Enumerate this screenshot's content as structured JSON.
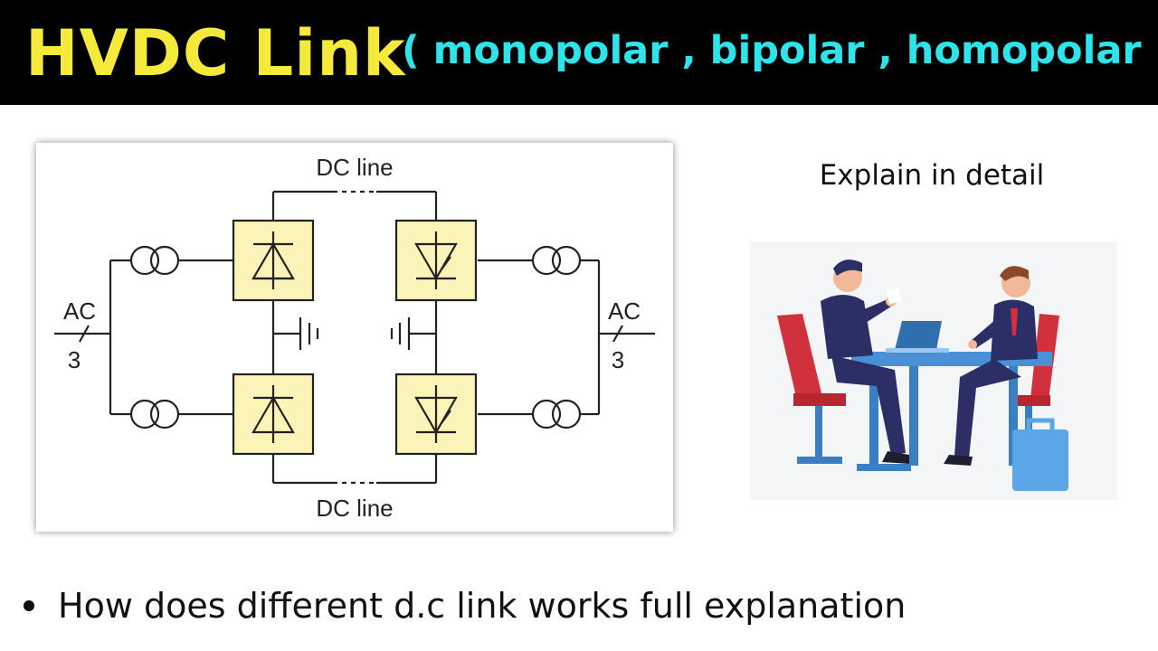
{
  "header": {
    "title": "HVDC Link",
    "subtitle": "( monopolar , bipolar , homopolar )"
  },
  "diagram": {
    "dc_line_top": "DC line",
    "dc_line_bottom": "DC line",
    "ac_left": "AC",
    "ac_left_phase": "3",
    "ac_right": "AC",
    "ac_right_phase": "3"
  },
  "aside": {
    "caption": "Explain in detail"
  },
  "bullets": [
    "How does different d.c link works full explanation"
  ],
  "colors": {
    "header_bg": "#000000",
    "title": "#f5ea3b",
    "subtitle": "#2ee3ea",
    "converter_fill": "#fbf4b8",
    "table": "#4a90d6",
    "chair": "#d1303d",
    "suit": "#2b2f66"
  }
}
